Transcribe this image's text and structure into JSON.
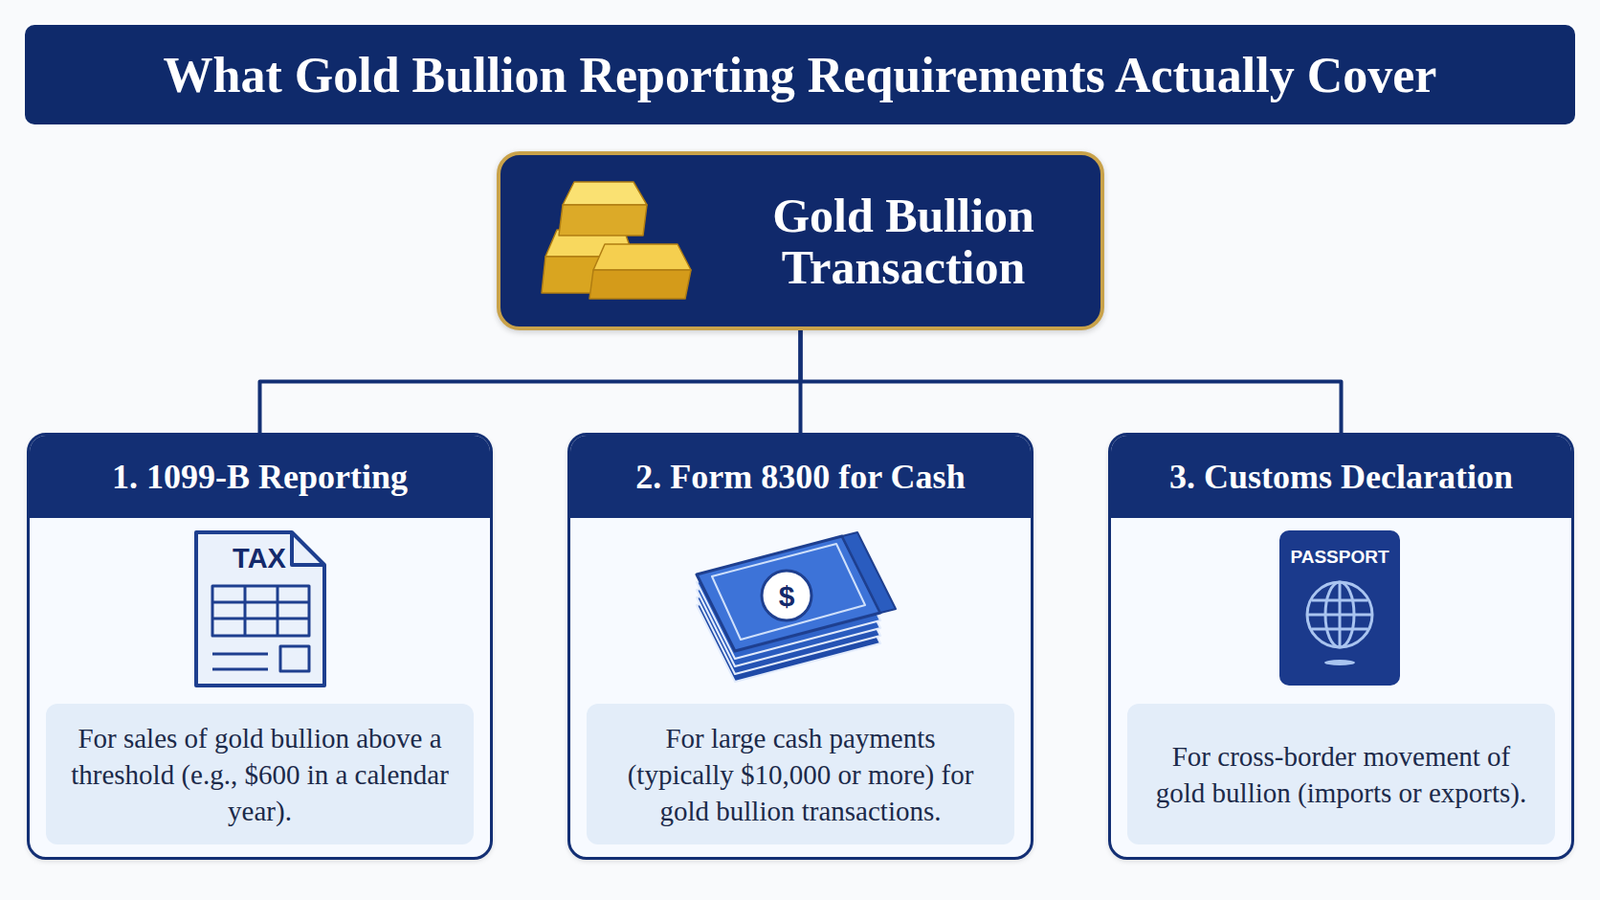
{
  "diagram": {
    "title": "What Gold Bullion Reporting Requirements Actually Cover",
    "nodes": [
      {
        "text": [
          "Gold Bullion Transaction"
        ]
      },
      {
        "text": [
          "1. 1099-B Reporting",
          "For sales of gold bullion above a threshold (e.g., $600 in a calendar year)."
        ]
      },
      {
        "text": [
          "2. Form 8300 for Cash",
          "For large cash payments (typically $10,000 or more) for gold bullion transactions."
        ]
      },
      {
        "text": [
          "3. Customs Declaration",
          "For cross-border movement of gold bullion (imports or exports)."
        ]
      }
    ],
    "edges": [
      {
        "from": 0,
        "to": 1,
        "arrow": "none"
      },
      {
        "from": 0,
        "to": 2,
        "arrow": "none"
      },
      {
        "from": 0,
        "to": 3,
        "arrow": "none"
      }
    ],
    "labels": [
      "TAX",
      "$",
      "PASSPORT"
    ]
  }
}
